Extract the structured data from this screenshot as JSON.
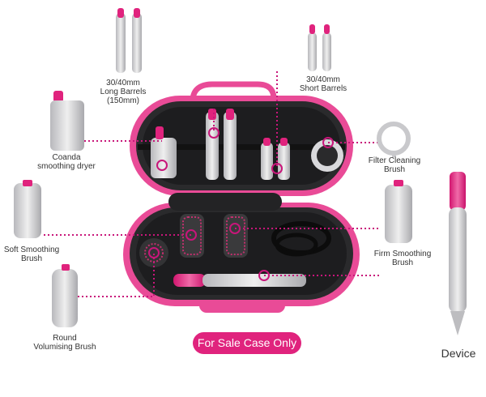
{
  "labels": {
    "long_barrels": "30/40mm\nLong Barrels\n(150mm)",
    "short_barrels": "30/40mm\nShort Barrels",
    "coanda": "Coanda\nsmoothing dryer",
    "filter": "Filter Cleaning\nBrush",
    "soft_brush": "Soft Smoothing\nBrush",
    "firm_brush": "Firm Smoothing\nBrush",
    "round_brush": "Round\nVolumising Brush",
    "device": "Device"
  },
  "badge": "For Sale Case Only",
  "colors": {
    "accent": "#e0237d",
    "case_pink": "#e94b97",
    "case_dark": "#2a2a2c",
    "leader": "#c8167a",
    "silver": "#c9c9cc"
  }
}
